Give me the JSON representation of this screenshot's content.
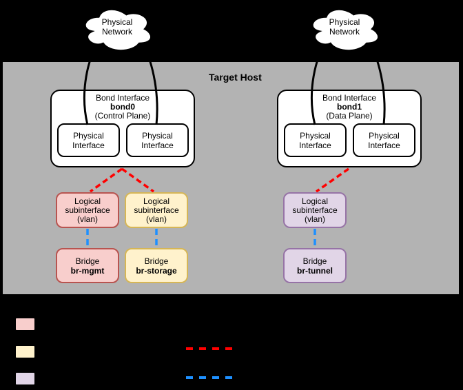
{
  "title": "Target Host",
  "clouds": [
    {
      "label": "Physical\nNetwork"
    },
    {
      "label": "Physical\nNetwork"
    }
  ],
  "bonds": [
    {
      "heading": "Bond Interface",
      "name": "bond0",
      "plane": "(Control Plane)",
      "nics": [
        "Physical\nInterface",
        "Physical\nInterface"
      ]
    },
    {
      "heading": "Bond Interface",
      "name": "bond1",
      "plane": "(Data Plane)",
      "nics": [
        "Physical\nInterface",
        "Physical\nInterface"
      ]
    }
  ],
  "subinterfaces": [
    {
      "label": "Logical\nsubinterface\n(vlan)",
      "fill": "#F8CECC",
      "stroke": "#B85450"
    },
    {
      "label": "Logical\nsubinterface\n(vlan)",
      "fill": "#FFF2CC",
      "stroke": "#D6B656"
    },
    {
      "label": "Logical\nsubinterface\n(vlan)",
      "fill": "#E1D5E7",
      "stroke": "#9673A6"
    }
  ],
  "bridges": [
    {
      "heading": "Bridge",
      "name": "br-mgmt",
      "fill": "#F8CECC",
      "stroke": "#B85450"
    },
    {
      "heading": "Bridge",
      "name": "br-storage",
      "fill": "#FFF2CC",
      "stroke": "#D6B656"
    },
    {
      "heading": "Bridge",
      "name": "br-tunnel",
      "fill": "#E1D5E7",
      "stroke": "#9673A6"
    }
  ],
  "colors": {
    "background": "#000000",
    "host_fill": "#B3B3B3",
    "box_fill": "#FFFFFF",
    "outline": "#000000",
    "bond_to_vlan_link": "#FF0000",
    "vlan_to_bridge_link": "#1E90FF"
  },
  "legend": {
    "swatches": [
      {
        "fill": "#F8CECC",
        "stroke": "#B85450"
      },
      {
        "fill": "#FFF2CC",
        "stroke": "#D6B656"
      },
      {
        "fill": "#E1D5E7",
        "stroke": "#9673A6"
      }
    ],
    "dashes": [
      {
        "color": "#FF0000"
      },
      {
        "color": "#1E90FF"
      }
    ]
  }
}
